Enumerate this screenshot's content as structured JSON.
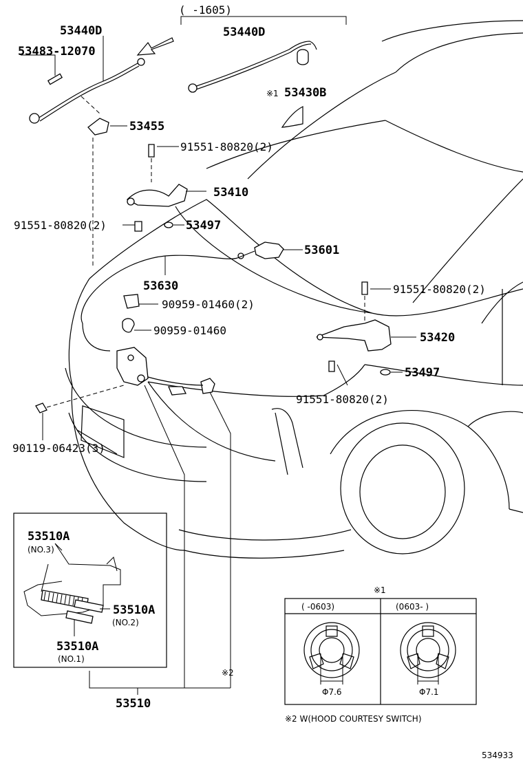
{
  "title": "",
  "range_top": "(      -1605)",
  "labels": {
    "p53440D_left": "53440D",
    "p53440D_right": "53440D",
    "p53483": "53483-12070",
    "p53430B_mark": "※1",
    "p53430B": "53430B",
    "p53455": "53455",
    "p91551_a": "91551-80820(2)",
    "p53410": "53410",
    "p91551_b": "91551-80820(2)",
    "p53497_a": "53497",
    "p53601": "53601",
    "p53630": "53630",
    "p90959_a": "90959-01460(2)",
    "p91551_c": "91551-80820(2)",
    "p90959_b": "90959-01460",
    "p53420": "53420",
    "p53497_b": "53497",
    "p91551_d": "91551-80820(2)",
    "p90119": "90119-06423(3)",
    "p53510A_1": "53510A",
    "p53510A_1_sub": "(NO.3)",
    "p53510A_2": "53510A",
    "p53510A_2_sub": "(NO.2)",
    "p53510A_3": "53510A",
    "p53510A_3_sub": "(NO.1)",
    "p53510": "53510",
    "mark2": "※2"
  },
  "detail_box": {
    "mark": "※1",
    "col1_header": "(      -0603)",
    "col2_header": "(0603-      )",
    "col1_dim": "Φ7.6",
    "col2_dim": "Φ7.1"
  },
  "footnote": "※2 W(HOOD COURTESY SWITCH)",
  "diagram_id": "534933"
}
